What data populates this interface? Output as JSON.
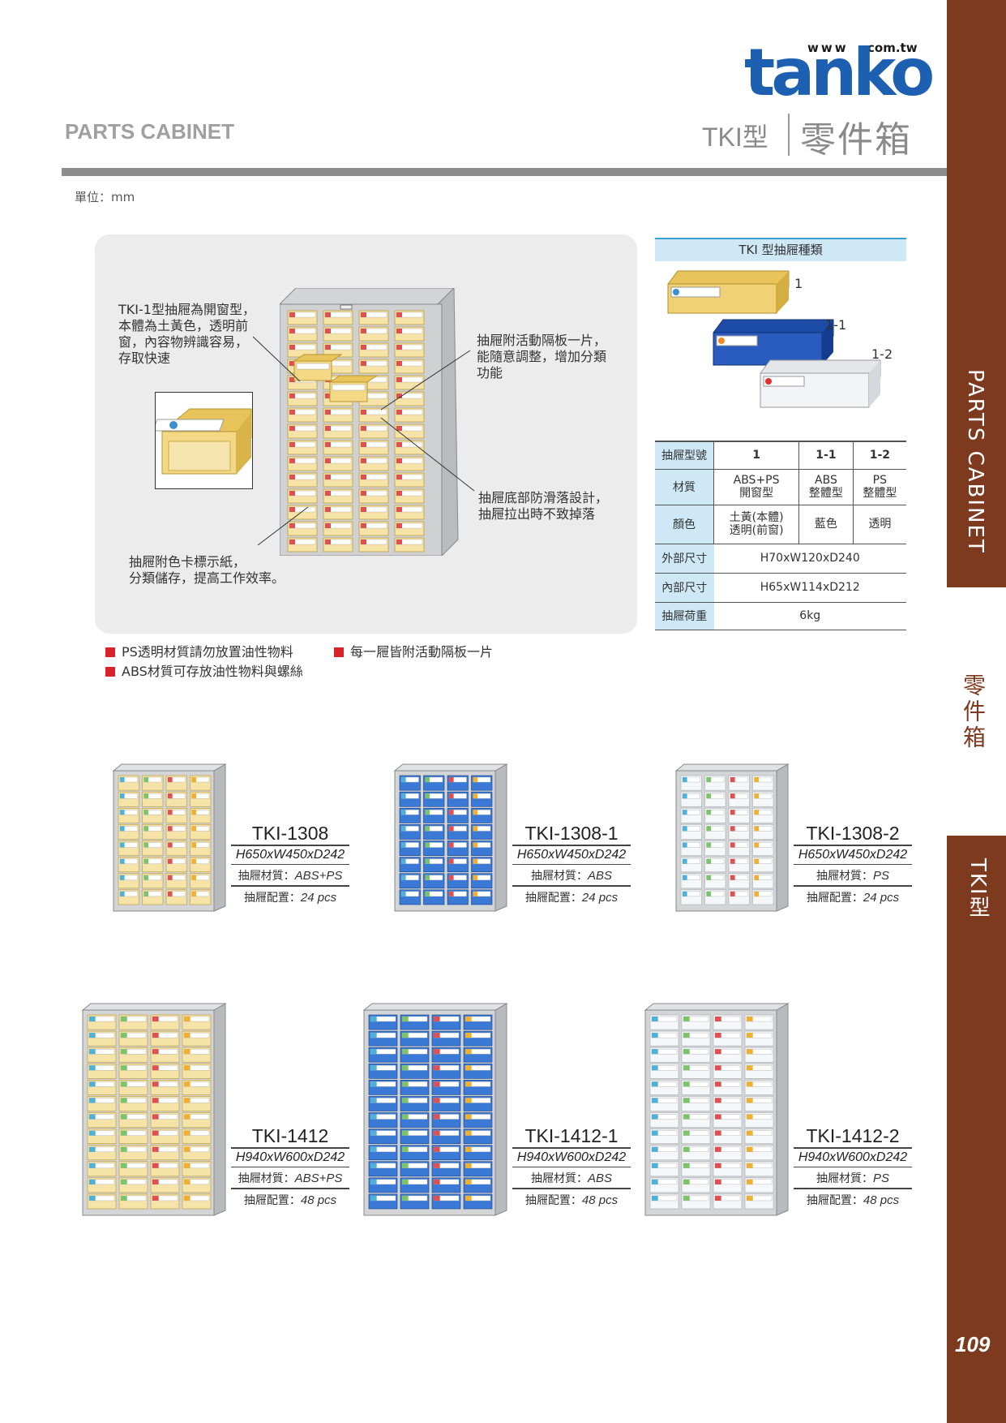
{
  "header": {
    "logo_www": "www",
    "logo_domain": "com.tw",
    "logo_brand": "tanko",
    "left_title": "PARTS CABINET",
    "type_label": "TKI型",
    "cn_title": "零件箱"
  },
  "unit": "單位：mm",
  "side": {
    "tab1": "PARTS CABINET",
    "middle": "零件箱",
    "tab2": "TKI型",
    "page_number": "109"
  },
  "features": {
    "c1": [
      "TKI-1型抽屜為開窗型，",
      "本體為土黃色，透明前",
      "窗，內容物辨識容易，",
      "存取快速"
    ],
    "c2": [
      "抽屜附活動隔板一片，",
      "能隨意調整，增加分類",
      "功能"
    ],
    "c3": [
      "抽屜底部防滑落設計，",
      "抽屜拉出時不致掉落"
    ],
    "c4": [
      "抽屜附色卡標示紙，",
      "分類儲存，提高工作效率。"
    ]
  },
  "drawer_types": {
    "title": "TKI 型抽屜種類",
    "labels": [
      "1",
      "1-1",
      "1-2"
    ],
    "colors": {
      "yellow": "#e8c85a",
      "blue": "#1f4fb0",
      "clear": "#e4e7ea"
    }
  },
  "spec_table": {
    "row_model": {
      "h": "抽屜型號",
      "v": [
        "1",
        "1-1",
        "1-2"
      ]
    },
    "row_material": {
      "h": "材質",
      "v": [
        [
          "ABS+PS",
          "開窗型"
        ],
        [
          "ABS",
          "整體型"
        ],
        [
          "PS",
          "整體型"
        ]
      ]
    },
    "row_color": {
      "h": "顏色",
      "v": [
        [
          "土黃(本體)",
          "透明(前窗)"
        ],
        [
          "藍色"
        ],
        [
          "透明"
        ]
      ]
    },
    "row_outer": {
      "h": "外部尺寸",
      "v": "H70xW120xD240"
    },
    "row_inner": {
      "h": "內部尺寸",
      "v": "H65xW114xD212"
    },
    "row_load": {
      "h": "抽屜荷重",
      "v": "6kg"
    }
  },
  "notes": [
    "PS透明材質請勿放置油性物料",
    "每一屜皆附活動隔板一片",
    "ABS材質可存放油性物料與螺絲"
  ],
  "products": [
    {
      "model": "TKI-1308",
      "dim": "H650xW450xD242",
      "mat_label": "抽屜材質：",
      "mat": "ABS+PS",
      "cfg_label": "抽屜配置：",
      "cfg": "24 pcs",
      "drawer": "yellow"
    },
    {
      "model": "TKI-1308-1",
      "dim": "H650xW450xD242",
      "mat_label": "抽屜材質：",
      "mat": "ABS",
      "cfg_label": "抽屜配置：",
      "cfg": "24 pcs",
      "drawer": "blue"
    },
    {
      "model": "TKI-1308-2",
      "dim": "H650xW450xD242",
      "mat_label": "抽屜材質：",
      "mat": "PS",
      "cfg_label": "抽屜配置：",
      "cfg": "24 pcs",
      "drawer": "clear"
    },
    {
      "model": "TKI-1412",
      "dim": "H940xW600xD242",
      "mat_label": "抽屜材質：",
      "mat": "ABS+PS",
      "cfg_label": "抽屜配置：",
      "cfg": "48 pcs",
      "drawer": "yellow"
    },
    {
      "model": "TKI-1412-1",
      "dim": "H940xW600xD242",
      "mat_label": "抽屜材質：",
      "mat": "ABS",
      "cfg_label": "抽屜配置：",
      "cfg": "48 pcs",
      "drawer": "blue"
    },
    {
      "model": "TKI-1412-2",
      "dim": "H940xW600xD242",
      "mat_label": "抽屜材質：",
      "mat": "PS",
      "cfg_label": "抽屜配置：",
      "cfg": "48 pcs",
      "drawer": "clear"
    }
  ]
}
